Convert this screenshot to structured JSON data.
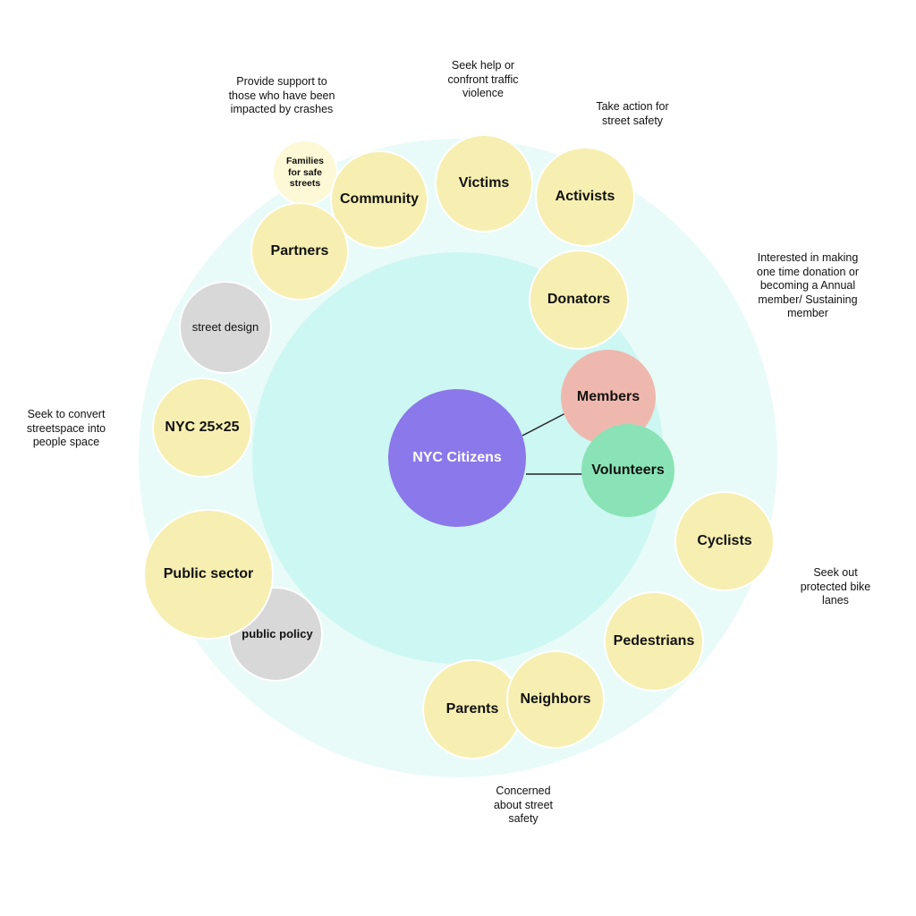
{
  "center": {
    "label": "NYC Citizens",
    "color": "#8b78ea"
  },
  "inner_nodes": {
    "members": "Members",
    "volunteers": "Volunteers",
    "donators": "Donators"
  },
  "outer_nodes": {
    "victims": "Victims",
    "activists": "Activists",
    "community": "Community",
    "families": "Families for safe streets",
    "partners": "Partners",
    "street_design": "street design",
    "nyc25": "NYC 25×25",
    "public_sector": "Public sector",
    "public_policy": "public policy",
    "cyclists": "Cyclists",
    "pedestrians": "Pedestrians",
    "neighbors": "Neighbors",
    "parents": "Parents"
  },
  "notes": {
    "victims": "Seek help or confront traffic violence",
    "activists": "Take action for street safety",
    "families": "Provide support to those who have been impacted by crashes",
    "donators": "Interested in making one time donation or becoming a Annual member/ Sustaining member",
    "nyc25": "Seek to convert streetspace into people space",
    "cyclists": "Seek out protected bike lanes",
    "neighbors": "Concerned about street safety"
  },
  "colors": {
    "outer_ring": "#e8fbf8",
    "inner_ring": "#cdf7f2",
    "stakeholder": "#f6efb1",
    "support": "#fdf8d6",
    "secondary": "#d8d8d8",
    "members": "#efb8ae",
    "volunteers": "#8ae3b6"
  }
}
